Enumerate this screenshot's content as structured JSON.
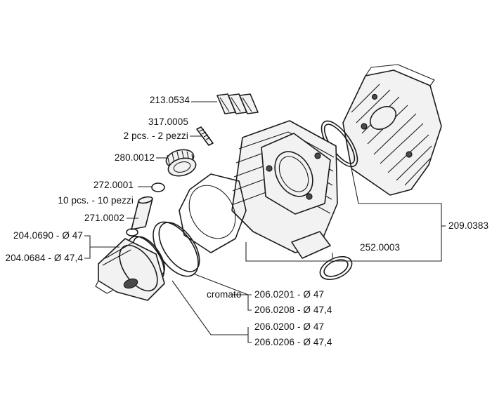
{
  "labels": {
    "p213": "213.0534",
    "p317": "317.0005",
    "p317_qty": "2 pcs. - 2 pezzi",
    "p280": "280.0012",
    "p272": "272.0001",
    "p272_qty": "10 pcs. - 10 pezzi",
    "p271": "271.0002",
    "p204a": "204.0690 - Ø 47",
    "p204b": "204.0684 - Ø 47,4",
    "p209": "209.0383",
    "p252": "252.0003",
    "cromato": "cromato",
    "p206a": "206.0201 - Ø 47",
    "p206b": "206.0208 - Ø 47,4",
    "p206c": "206.0200 - Ø 47",
    "p206d": "206.0206 - Ø 47,4"
  }
}
